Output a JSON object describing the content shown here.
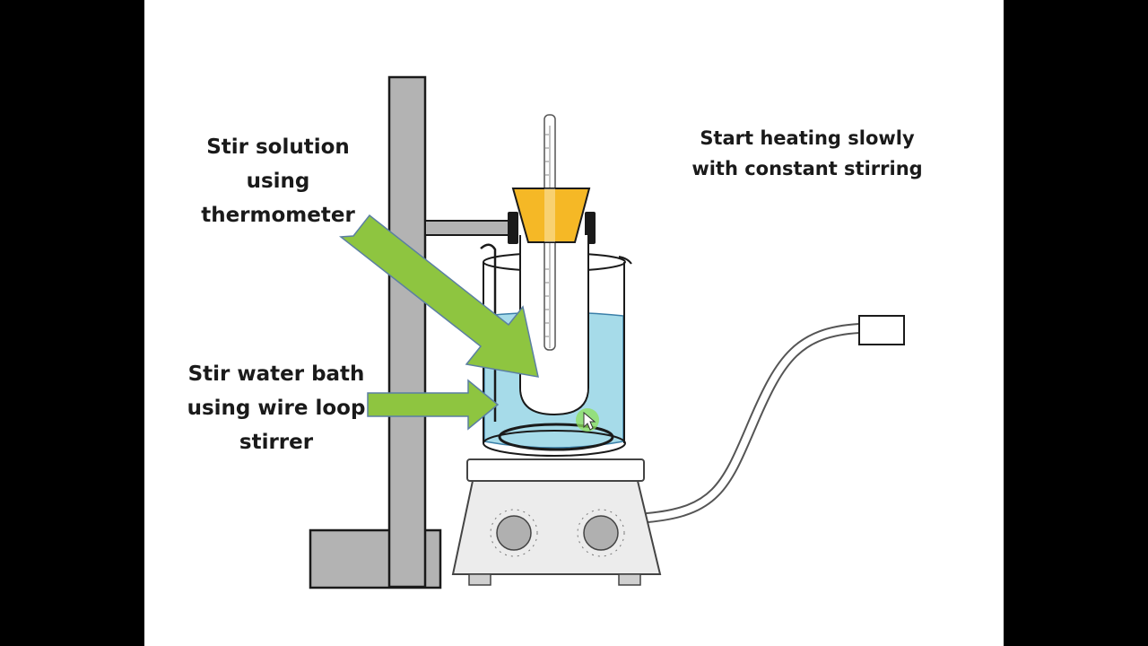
{
  "labels": {
    "thermometer_line1": "Stir solution",
    "thermometer_line2": "using",
    "thermometer_line3": "thermometer",
    "wire_line1": "Stir water bath",
    "wire_line2": "using wire loop",
    "wire_line3": "stirrer",
    "heating_line1": "Start heating slowly",
    "heating_line2": "with constant stirring"
  },
  "colors": {
    "background": "#000000",
    "slide": "#ffffff",
    "arrow": "#8ec540",
    "arrow_border": "#5b7fa3",
    "water": "#a6dbe9",
    "stopper": "#f5b826",
    "stand": "#b3b3b3",
    "hotplate": "#ececec",
    "knob": "#b0b0b0"
  },
  "icons": {
    "cursor": "pointer-cursor-icon"
  }
}
